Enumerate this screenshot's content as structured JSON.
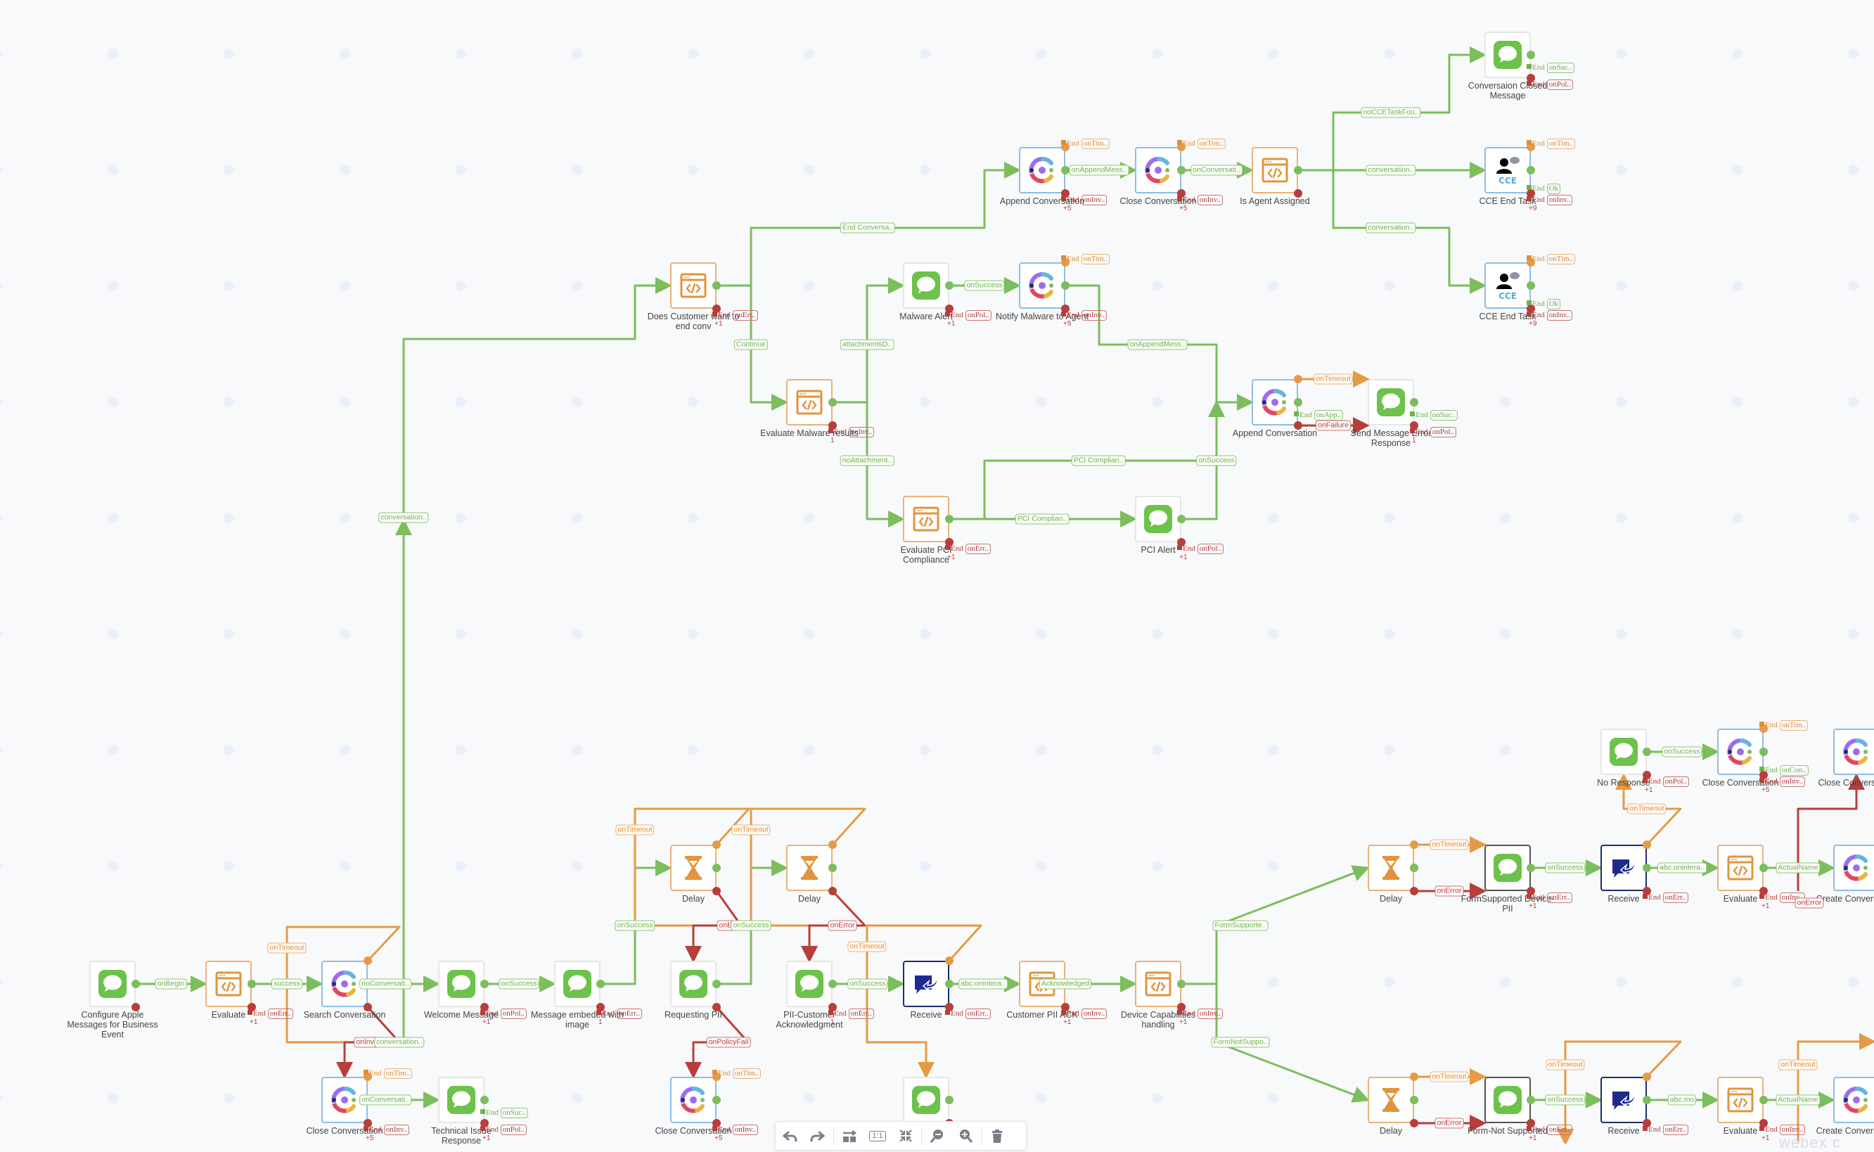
{
  "app": {
    "title": "Flow Designer canvas",
    "watermark": "webex c"
  },
  "colors": {
    "success": "#7cbd5c",
    "error": "#b73e3a",
    "timeout": "#e59a45",
    "background": "#f8f9fb",
    "accent_blue": "#8ebde6"
  },
  "toolbar": {
    "buttons": [
      {
        "name": "undo-button",
        "icon": "undo-icon",
        "label": "Undo"
      },
      {
        "name": "redo-button",
        "icon": "redo-icon",
        "label": "Redo"
      },
      {
        "name": "auto-layout-button",
        "icon": "auto-layout-icon",
        "label": "Auto layout"
      },
      {
        "name": "actual-size-button",
        "icon": "one-to-one-icon",
        "label": "1:1"
      },
      {
        "name": "fit-to-screen-button",
        "icon": "collapse-icon",
        "label": "Fit to screen"
      },
      {
        "name": "zoom-out-button",
        "icon": "zoom-out-icon",
        "label": "Zoom out"
      },
      {
        "name": "zoom-in-button",
        "icon": "zoom-in-icon",
        "label": "Zoom in"
      },
      {
        "name": "delete-button",
        "icon": "trash-icon",
        "label": "Delete"
      }
    ]
  },
  "nodes": [
    {
      "id": "n1",
      "type": "msg",
      "label": "Configure Apple Messages for Business Event"
    },
    {
      "id": "n2",
      "type": "eval",
      "label": "Evaluate",
      "end": [
        {
          "kind": "err",
          "text": "onErr.."
        }
      ],
      "plus": "+1"
    },
    {
      "id": "n3",
      "type": "conv",
      "label": "Search Conversation"
    },
    {
      "id": "n4",
      "type": "msg",
      "label": "Welcome Message",
      "end": [
        {
          "kind": "err",
          "text": "onPol.."
        }
      ],
      "plus": "+1"
    },
    {
      "id": "n5",
      "type": "msg",
      "label": "Message embeded with image",
      "end": [
        {
          "kind": "err",
          "text": "onErr.."
        }
      ],
      "plus": "1"
    },
    {
      "id": "n6",
      "type": "conv",
      "label": "Close Conversation",
      "end": [
        {
          "kind": "to",
          "text": "onTim.."
        },
        {
          "kind": "err",
          "text": "onInv.."
        }
      ],
      "plus": "+5"
    },
    {
      "id": "n7",
      "type": "msg",
      "label": "Technical Issue Response",
      "end": [
        {
          "kind": "ok",
          "text": "onSuc.."
        },
        {
          "kind": "err",
          "text": "onPol.."
        }
      ],
      "plus": "+1"
    },
    {
      "id": "n8",
      "type": "delay",
      "label": "Delay"
    },
    {
      "id": "n9",
      "type": "delay",
      "label": "Delay"
    },
    {
      "id": "n10",
      "type": "msg",
      "label": "Requesting PII"
    },
    {
      "id": "n11",
      "type": "msg",
      "label": "PII-Customer Acknowledgment",
      "end": [
        {
          "kind": "err",
          "text": "onErr.."
        }
      ],
      "plus": "1"
    },
    {
      "id": "n12",
      "type": "receive",
      "label": "Receive",
      "end": [
        {
          "kind": "err",
          "text": "onErr.."
        }
      ]
    },
    {
      "id": "n13",
      "type": "eval",
      "label": "Customer PII ACK",
      "end": [
        {
          "kind": "err",
          "text": "onInv.."
        }
      ],
      "plus": "+1"
    },
    {
      "id": "n14",
      "type": "eval",
      "label": "Device Capabilities handling",
      "end": [
        {
          "kind": "err",
          "text": "onInv.."
        }
      ],
      "plus": "+1"
    },
    {
      "id": "n15",
      "type": "conv",
      "label": "Close Conversation",
      "end": [
        {
          "kind": "to",
          "text": "onTim.."
        },
        {
          "kind": "err",
          "text": "onInv.."
        }
      ],
      "plus": "+5"
    },
    {
      "id": "n16",
      "type": "msg",
      "label": "",
      "end": []
    },
    {
      "id": "n17",
      "type": "eval",
      "label": "Does Customer want to end conv",
      "end": [
        {
          "kind": "err",
          "text": "onErr.."
        }
      ],
      "plus": "+1"
    },
    {
      "id": "n18",
      "type": "eval",
      "label": "Evaluate Malware results",
      "end": [
        {
          "kind": "err",
          "text": "onInv.."
        }
      ],
      "plus": "1"
    },
    {
      "id": "n19",
      "type": "msg",
      "label": "Malware Alert",
      "end": [
        {
          "kind": "err",
          "text": "onPol.."
        }
      ],
      "plus": "+1"
    },
    {
      "id": "n20",
      "type": "conv",
      "label": "Notify Malware to Agent",
      "end": [
        {
          "kind": "to",
          "text": "onTim.."
        },
        {
          "kind": "err",
          "text": "onInv.."
        }
      ],
      "plus": "+5"
    },
    {
      "id": "n21",
      "type": "eval",
      "label": "Evaluate PCI Compliance",
      "end": [
        {
          "kind": "err",
          "text": "onErr.."
        }
      ],
      "plus": "+1"
    },
    {
      "id": "n22",
      "type": "msg",
      "label": "PCI Alert",
      "end": [
        {
          "kind": "err",
          "text": "onPol.."
        }
      ],
      "plus": "+1"
    },
    {
      "id": "n23",
      "type": "conv",
      "label": "Append Conversation",
      "end": [
        {
          "kind": "to",
          "text": "onTim.."
        },
        {
          "kind": "err",
          "text": "onInv.."
        }
      ],
      "plus": "+5"
    },
    {
      "id": "n24",
      "type": "conv",
      "label": "Close Conversation",
      "end": [
        {
          "kind": "to",
          "text": "onTim.."
        },
        {
          "kind": "err",
          "text": "onInv.."
        }
      ],
      "plus": "+5"
    },
    {
      "id": "n25",
      "type": "eval",
      "label": "Is Agent Assigned"
    },
    {
      "id": "n26",
      "type": "msg",
      "label": "Conversaion Closed Message",
      "end": [
        {
          "kind": "ok",
          "text": "onSuc.."
        },
        {
          "kind": "err",
          "text": "onPol.."
        }
      ]
    },
    {
      "id": "n27",
      "type": "cce",
      "label": "CCE End Task",
      "end": [
        {
          "kind": "to",
          "text": "onTim.."
        },
        {
          "kind": "ok",
          "text": "Ok"
        },
        {
          "kind": "err",
          "text": "onInv.."
        }
      ],
      "plus": "+9"
    },
    {
      "id": "n28",
      "type": "cce",
      "label": "CCE End Task",
      "end": [
        {
          "kind": "to",
          "text": "onTim.."
        },
        {
          "kind": "ok",
          "text": "Ok"
        },
        {
          "kind": "err",
          "text": "onInv.."
        }
      ],
      "plus": "+9"
    },
    {
      "id": "n29",
      "type": "conv",
      "label": "Append Conversation",
      "end": [
        {
          "kind": "ok",
          "text": "onApp.."
        }
      ]
    },
    {
      "id": "n30",
      "type": "msg",
      "label": "Send Message Error Response",
      "end": [
        {
          "kind": "ok",
          "text": "onSuc.."
        },
        {
          "kind": "err",
          "text": "onPol.."
        }
      ],
      "plus": "1"
    },
    {
      "id": "n31",
      "type": "delay",
      "label": "Delay"
    },
    {
      "id": "n32",
      "type": "msgdark",
      "label": "FormSupported Device-PII",
      "end": [
        {
          "kind": "err",
          "text": "onErr.."
        }
      ],
      "plus": "+1"
    },
    {
      "id": "n33",
      "type": "receive",
      "label": "Receive",
      "end": [
        {
          "kind": "err",
          "text": "onErr.."
        }
      ]
    },
    {
      "id": "n34",
      "type": "eval",
      "label": "Evaluate",
      "end": [
        {
          "kind": "err",
          "text": "onInv.."
        }
      ],
      "plus": "+1"
    },
    {
      "id": "n35",
      "type": "conv",
      "label": "Create Conversation"
    },
    {
      "id": "n36",
      "type": "msg",
      "label": "No Response",
      "end": [
        {
          "kind": "err",
          "text": "onPol.."
        }
      ],
      "plus": "+1"
    },
    {
      "id": "n37",
      "type": "conv",
      "label": "Close Conversation",
      "end": [
        {
          "kind": "to",
          "text": "onTim.."
        },
        {
          "kind": "ok",
          "text": "onCon.."
        },
        {
          "kind": "err",
          "text": "onInv.."
        }
      ],
      "plus": "+5"
    },
    {
      "id": "n38",
      "type": "conv",
      "label": "Close Conversation"
    },
    {
      "id": "n39",
      "type": "delay",
      "label": "Delay"
    },
    {
      "id": "n40",
      "type": "msgdark",
      "label": "Form-Not Supported",
      "end": [
        {
          "kind": "err",
          "text": "onErr.."
        }
      ],
      "plus": "+1"
    },
    {
      "id": "n41",
      "type": "receive",
      "label": "Receive",
      "end": [
        {
          "kind": "err",
          "text": "onErr.."
        }
      ]
    },
    {
      "id": "n42",
      "type": "eval",
      "label": "Evaluate",
      "end": [
        {
          "kind": "err",
          "text": "onInv.."
        }
      ],
      "plus": "+1"
    },
    {
      "id": "n43",
      "type": "conv",
      "label": "Create Conversation"
    }
  ],
  "edges": [
    {
      "kind": "ok",
      "label": "onBegin"
    },
    {
      "kind": "ok",
      "label": "success"
    },
    {
      "kind": "to",
      "label": "onTimeout"
    },
    {
      "kind": "ok",
      "label": "noConversati.."
    },
    {
      "kind": "err",
      "label": "onInva.."
    },
    {
      "kind": "ok",
      "label": "conversation.."
    },
    {
      "kind": "ok",
      "label": "onConversati.."
    },
    {
      "kind": "ok",
      "label": "onSuccess"
    },
    {
      "kind": "ok",
      "label": "conversation.."
    },
    {
      "kind": "ok",
      "label": "onSuccess"
    },
    {
      "kind": "to",
      "label": "onTimeout"
    },
    {
      "kind": "err",
      "label": "onError"
    },
    {
      "kind": "ok",
      "label": "onSuccess"
    },
    {
      "kind": "to",
      "label": "onTimeout"
    },
    {
      "kind": "err",
      "label": "onError"
    },
    {
      "kind": "err",
      "label": "onPolicyFail"
    },
    {
      "kind": "ok",
      "label": "onSuccess"
    },
    {
      "kind": "to",
      "label": "onTimeout"
    },
    {
      "kind": "ok",
      "label": "abc.onintera.."
    },
    {
      "kind": "ok",
      "label": "Acknowledged"
    },
    {
      "kind": "ok",
      "label": "FormSupporte.."
    },
    {
      "kind": "ok",
      "label": "FormNotSuppo.."
    },
    {
      "kind": "ok",
      "label": "End Conversa.."
    },
    {
      "kind": "ok",
      "label": "Continue"
    },
    {
      "kind": "ok",
      "label": "attachmentsD.."
    },
    {
      "kind": "ok",
      "label": "noAttachment.."
    },
    {
      "kind": "ok",
      "label": "onSuccess"
    },
    {
      "kind": "ok",
      "label": "onAppendMess.."
    },
    {
      "kind": "ok",
      "label": "PCI Complian.."
    },
    {
      "kind": "ok",
      "label": "PCI Complian.."
    },
    {
      "kind": "ok",
      "label": "onSuccess"
    },
    {
      "kind": "ok",
      "label": "onAppendMess.."
    },
    {
      "kind": "ok",
      "label": "onConversati.."
    },
    {
      "kind": "ok",
      "label": "noCCETaskFou.."
    },
    {
      "kind": "ok",
      "label": "conversation.."
    },
    {
      "kind": "ok",
      "label": "conversation.."
    },
    {
      "kind": "to",
      "label": "onTimeout"
    },
    {
      "kind": "err",
      "label": "onFailure"
    },
    {
      "kind": "to",
      "label": "onTimeout"
    },
    {
      "kind": "err",
      "label": "onError"
    },
    {
      "kind": "ok",
      "label": "onSuccess"
    },
    {
      "kind": "to",
      "label": "onTimeout"
    },
    {
      "kind": "ok",
      "label": "abc.onintera.."
    },
    {
      "kind": "ok",
      "label": "ActualName"
    },
    {
      "kind": "err",
      "label": "onError"
    },
    {
      "kind": "ok",
      "label": "onSuccess"
    },
    {
      "kind": "to",
      "label": "onTimeout"
    },
    {
      "kind": "err",
      "label": "onError"
    },
    {
      "kind": "ok",
      "label": "onSuccess"
    },
    {
      "kind": "to",
      "label": "onTimeout"
    },
    {
      "kind": "ok",
      "label": "abc.mo"
    },
    {
      "kind": "to",
      "label": "onTimeout"
    },
    {
      "kind": "ok",
      "label": "ActualName"
    }
  ],
  "end_word": "End"
}
